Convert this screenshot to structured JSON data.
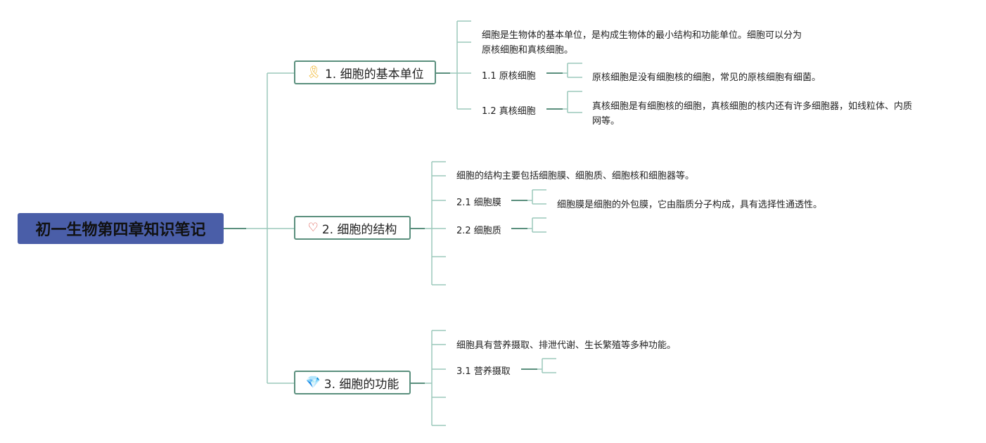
{
  "root": {
    "title": "初一生物第四章知识笔记"
  },
  "branches": [
    {
      "label": "1. 细胞的基本单位",
      "icon": "award-ribbon-icon",
      "summary_lines": [
        "细胞是生物体的基本单位，是构成生物体的最小结构和功能单位。细胞可以分为",
        "原核细胞和真核细胞。"
      ],
      "children": [
        {
          "label": "1.1 原核细胞",
          "detail": [
            "原核细胞是没有细胞核的细胞，常见的原核细胞有细菌。"
          ]
        },
        {
          "label": "1.2 真核细胞",
          "detail": [
            "真核细胞是有细胞核的细胞，真核细胞的核内还有许多细胞器，如线粒体、内质",
            "网等。"
          ]
        }
      ]
    },
    {
      "label": "2. 细胞的结构",
      "icon": "heart-icon",
      "summary_lines": [
        "细胞的结构主要包括细胞膜、细胞质、细胞核和细胞器等。"
      ],
      "children": [
        {
          "label": "2.1 细胞膜",
          "detail": [
            "细胞膜是细胞的外包膜，它由脂质分子构成，具有选择性通透性。"
          ]
        },
        {
          "label": "2.2 细胞质",
          "detail": []
        }
      ]
    },
    {
      "label": "3. 细胞的功能",
      "icon": "diamond-icon",
      "summary_lines": [
        "细胞具有营养摄取、排泄代谢、生长繁殖等多种功能。"
      ],
      "children": [
        {
          "label": "3.1 营养摄取",
          "detail": []
        }
      ]
    }
  ],
  "colors": {
    "root_bg": "#4a5ea8",
    "node_border": "#5a8f7d",
    "line": "#9cc9bb"
  }
}
